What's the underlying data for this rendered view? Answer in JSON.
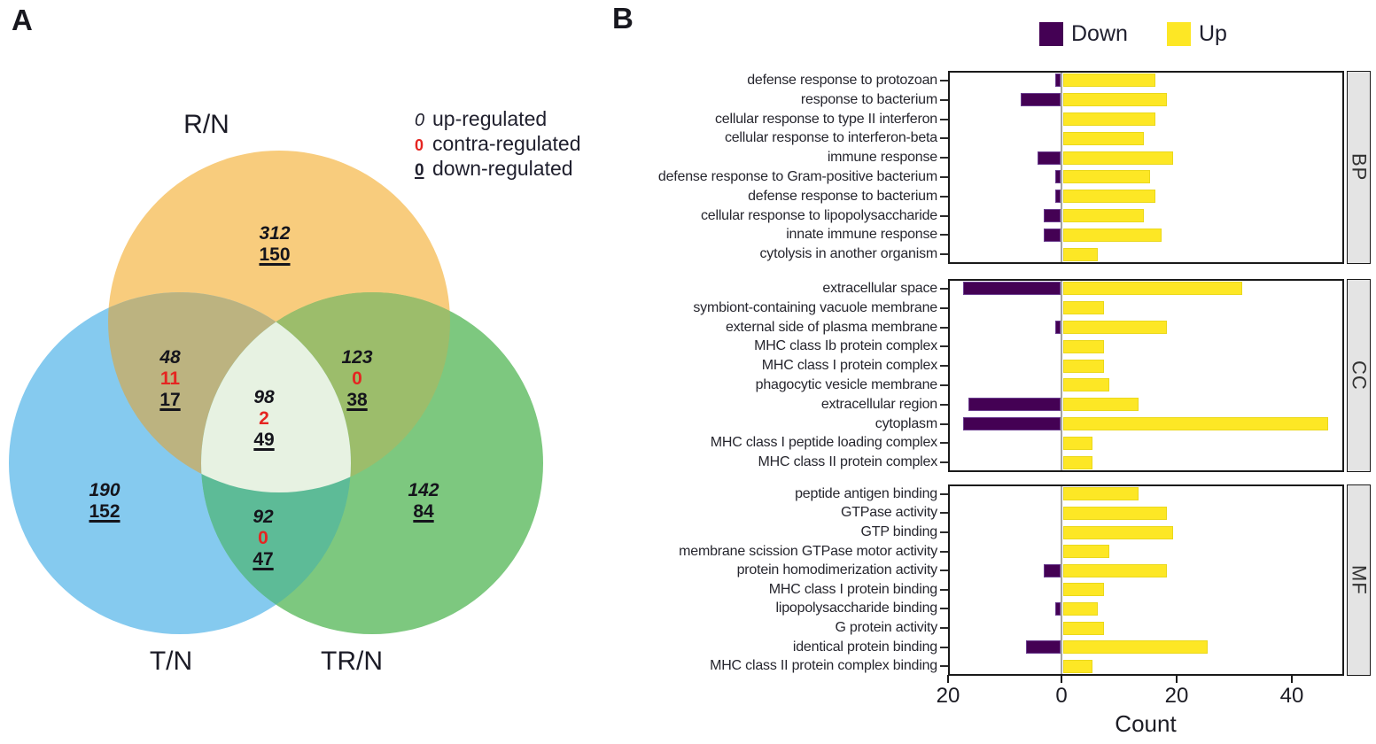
{
  "panel_a": {
    "label": "A",
    "sets": {
      "top": "R/N",
      "bottom_left": "T/N",
      "bottom_right": "TR/N"
    },
    "colors": {
      "rn": "#F8CC7D",
      "tn": "#85CAEF",
      "trn": "#7DC87F",
      "rn_tn": "#BCB380",
      "rn_trn": "#9CBD6B",
      "tn_trn": "#5DBB97",
      "all": "#E7F2E2",
      "contra_red": "#e52521"
    },
    "legend": [
      {
        "symbol": "0",
        "style": "up",
        "label": "up-regulated"
      },
      {
        "symbol": "0",
        "style": "contra",
        "label": "contra-regulated"
      },
      {
        "symbol": "0",
        "style": "down",
        "label": "down-regulated"
      }
    ],
    "regions": [
      {
        "id": "rn-only",
        "up": "312",
        "down": "150"
      },
      {
        "id": "rn-tn",
        "up": "48",
        "contra": "11",
        "down": "17"
      },
      {
        "id": "rn-trn",
        "up": "123",
        "contra": "0",
        "down": "38"
      },
      {
        "id": "all",
        "up": "98",
        "contra": "2",
        "down": "49"
      },
      {
        "id": "tn-only",
        "up": "190",
        "down": "152"
      },
      {
        "id": "trn-only",
        "up": "142",
        "down": "84"
      },
      {
        "id": "tn-trn",
        "up": "92",
        "contra": "0",
        "down": "47"
      }
    ]
  },
  "panel_b": {
    "label": "B",
    "legend": [
      {
        "label": "Down",
        "color": "#440154"
      },
      {
        "label": "Up",
        "color": "#FDE725"
      }
    ],
    "x_ticks": [
      "20",
      "0",
      "20",
      "40"
    ]
  },
  "chart_data": {
    "type": "bar",
    "orientation": "horizontal",
    "diverging": true,
    "note": "Down bars extend left of zero, Up bars extend right; values are counts",
    "title": "",
    "xlabel": "Count",
    "xlim": [
      -20,
      49
    ],
    "x_tick_values": [
      -20,
      0,
      20,
      40
    ],
    "x_tick_labels": [
      "20",
      "0",
      "20",
      "40"
    ],
    "legend_position": "top",
    "series_colors": {
      "Down": "#440154",
      "Up": "#FDE725"
    },
    "facets": [
      {
        "name": "BP",
        "categories": [
          "defense response to protozoan",
          "response to bacterium",
          "cellular response to type II interferon",
          "cellular response to interferon-beta",
          "immune response",
          "defense response to Gram-positive bacterium",
          "defense response to bacterium",
          "cellular response to lipopolysaccharide",
          "innate immune response",
          "cytolysis in another organism"
        ],
        "series": [
          {
            "name": "Down",
            "direction": "left",
            "values": [
              1,
              7,
              0,
              0,
              4,
              1,
              1,
              3,
              3,
              0
            ]
          },
          {
            "name": "Up",
            "direction": "right",
            "values": [
              16,
              18,
              16,
              14,
              19,
              15,
              16,
              14,
              17,
              6
            ]
          }
        ]
      },
      {
        "name": "CC",
        "categories": [
          "extracellular space",
          "symbiont-containing vacuole membrane",
          "external side of plasma membrane",
          "MHC class Ib protein complex",
          "MHC class I protein complex",
          "phagocytic vesicle membrane",
          "extracellular region",
          "cytoplasm",
          "MHC class I peptide loading complex",
          "MHC class II protein complex"
        ],
        "series": [
          {
            "name": "Down",
            "direction": "left",
            "values": [
              17,
              0,
              1,
              0,
              0,
              0,
              16,
              17,
              0,
              0
            ]
          },
          {
            "name": "Up",
            "direction": "right",
            "values": [
              31,
              7,
              18,
              7,
              7,
              8,
              13,
              46,
              5,
              5
            ]
          }
        ]
      },
      {
        "name": "MF",
        "categories": [
          "peptide antigen binding",
          "GTPase activity",
          "GTP binding",
          "membrane scission GTPase motor activity",
          "protein homodimerization activity",
          "MHC class I protein binding",
          "lipopolysaccharide binding",
          "G protein activity",
          "identical protein binding",
          "MHC class II protein complex binding"
        ],
        "series": [
          {
            "name": "Down",
            "direction": "left",
            "values": [
              0,
              0,
              0,
              0,
              3,
              0,
              1,
              0,
              6,
              0
            ]
          },
          {
            "name": "Up",
            "direction": "right",
            "values": [
              13,
              18,
              19,
              8,
              18,
              7,
              6,
              7,
              25,
              5
            ]
          }
        ]
      }
    ]
  }
}
